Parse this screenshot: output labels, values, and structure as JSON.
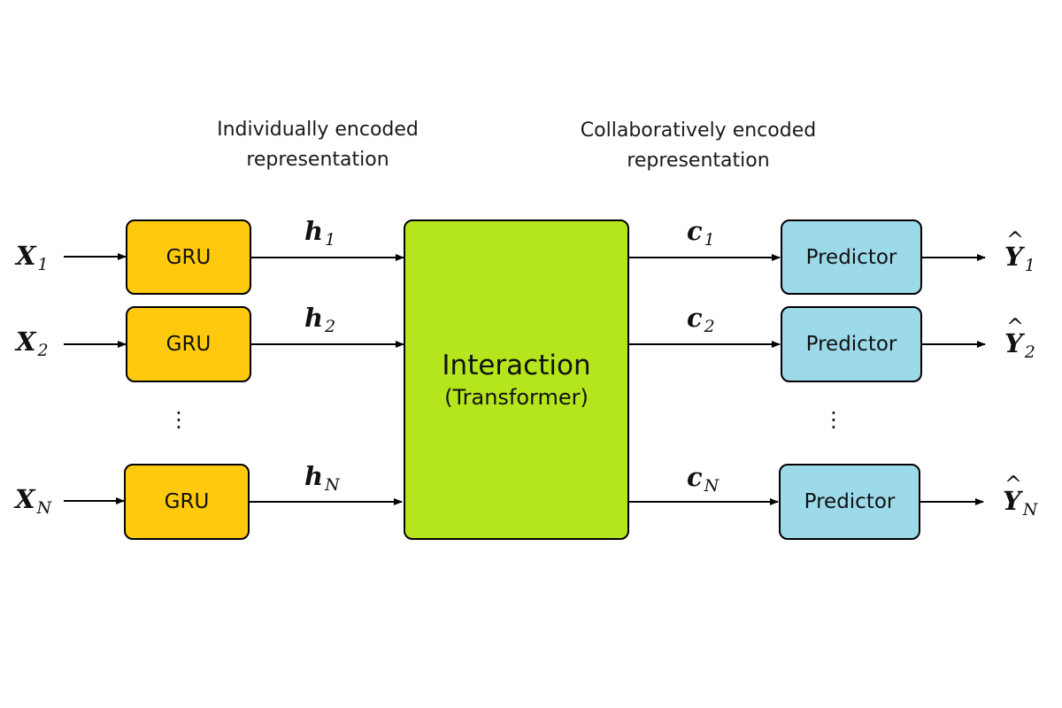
{
  "headers": {
    "individual": [
      "Individually encoded",
      "representation"
    ],
    "collaborative": [
      "Collaboratively encoded",
      "representation"
    ]
  },
  "inputs": [
    {
      "base": "X",
      "sub": "1"
    },
    {
      "base": "X",
      "sub": "2"
    },
    {
      "base": "X",
      "sub": "N"
    }
  ],
  "gru_label": "GRU",
  "hidden": [
    {
      "base": "h",
      "sub": "1"
    },
    {
      "base": "h",
      "sub": "2"
    },
    {
      "base": "h",
      "sub": "N"
    }
  ],
  "interaction": {
    "title": "Interaction",
    "subtitle": "(Transformer)"
  },
  "collab": [
    {
      "base": "c",
      "sub": "1"
    },
    {
      "base": "c",
      "sub": "2"
    },
    {
      "base": "c",
      "sub": "N"
    }
  ],
  "predictor_label": "Predictor",
  "outputs": [
    {
      "base": "Y",
      "hat": "^",
      "sub": "1"
    },
    {
      "base": "Y",
      "hat": "^",
      "sub": "2"
    },
    {
      "base": "Y",
      "hat": "^",
      "sub": "N"
    }
  ],
  "ellipsis": "⋮",
  "colors": {
    "gru": "#ffc90e",
    "interaction": "#b5e61d",
    "predictor": "#9cdaea"
  }
}
